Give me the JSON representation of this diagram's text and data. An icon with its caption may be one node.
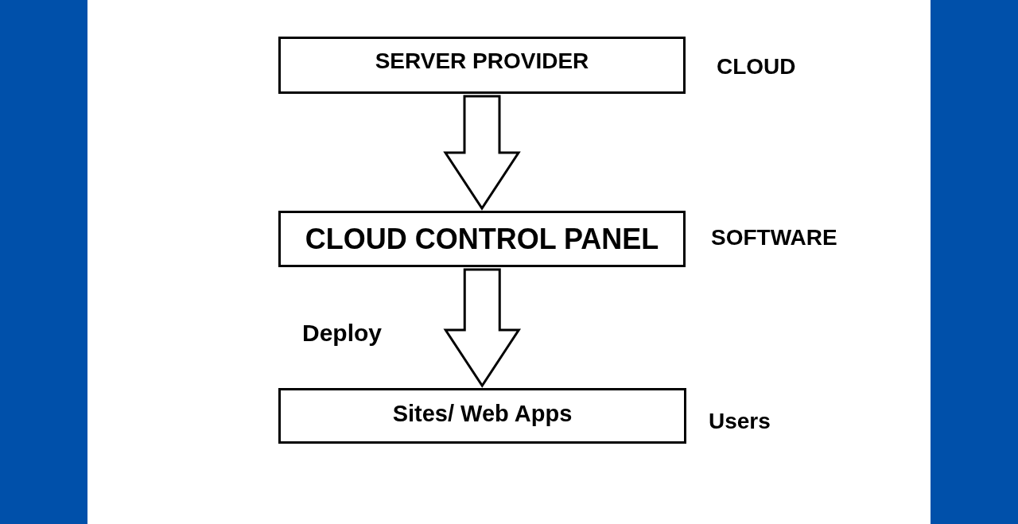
{
  "diagram": {
    "nodes": [
      {
        "text": [
          "SERVER PROVIDER"
        ],
        "beside": [
          "CLOUD"
        ]
      },
      {
        "text": [
          "CLOUD CONTROL PANEL"
        ],
        "beside": [
          "SOFTWARE"
        ]
      },
      {
        "text": [
          "Sites/ Web Apps"
        ],
        "beside": [
          "Users"
        ]
      }
    ],
    "edges": [
      {
        "from": 0,
        "to": 1,
        "arrow": "to"
      },
      {
        "from": 1,
        "to": 2,
        "arrow": "to",
        "label": "Deploy"
      }
    ]
  }
}
